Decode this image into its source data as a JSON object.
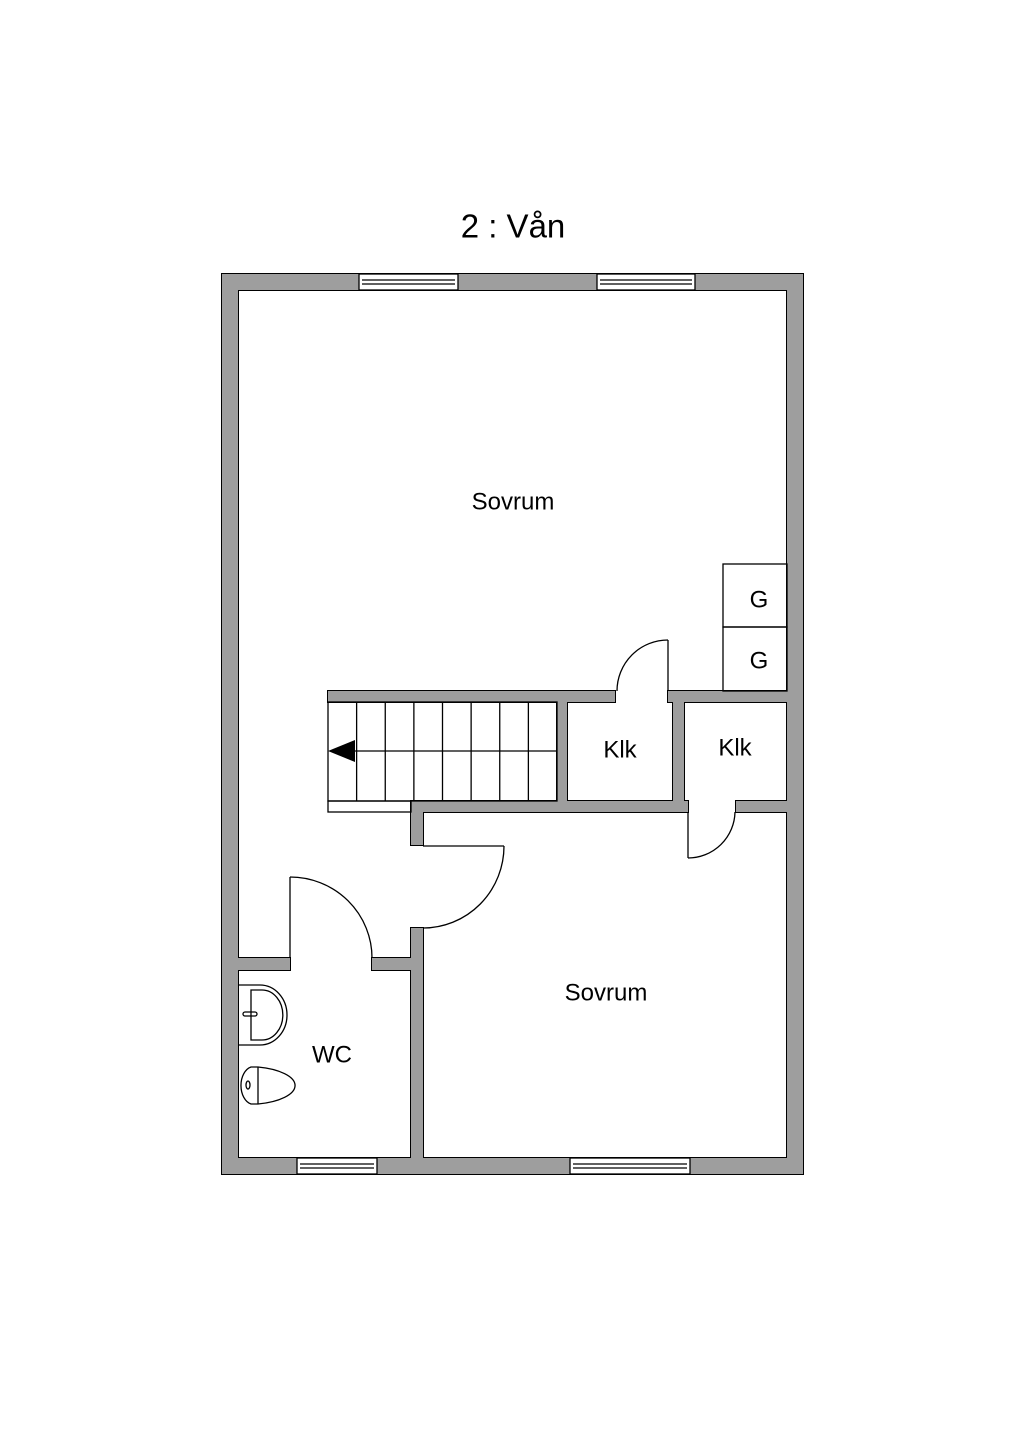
{
  "title": "2 : Vån",
  "rooms": {
    "bedroom_large": "Sovrum",
    "bedroom_small": "Sovrum",
    "closet_1": "Klk",
    "closet_2": "Klk",
    "wc": "WC",
    "storage_1": "G",
    "storage_2": "G"
  },
  "colors": {
    "wall": "#9e9e9e",
    "line": "#000000",
    "background": "#ffffff"
  },
  "stairs": {
    "treads": 8,
    "direction": "left"
  }
}
